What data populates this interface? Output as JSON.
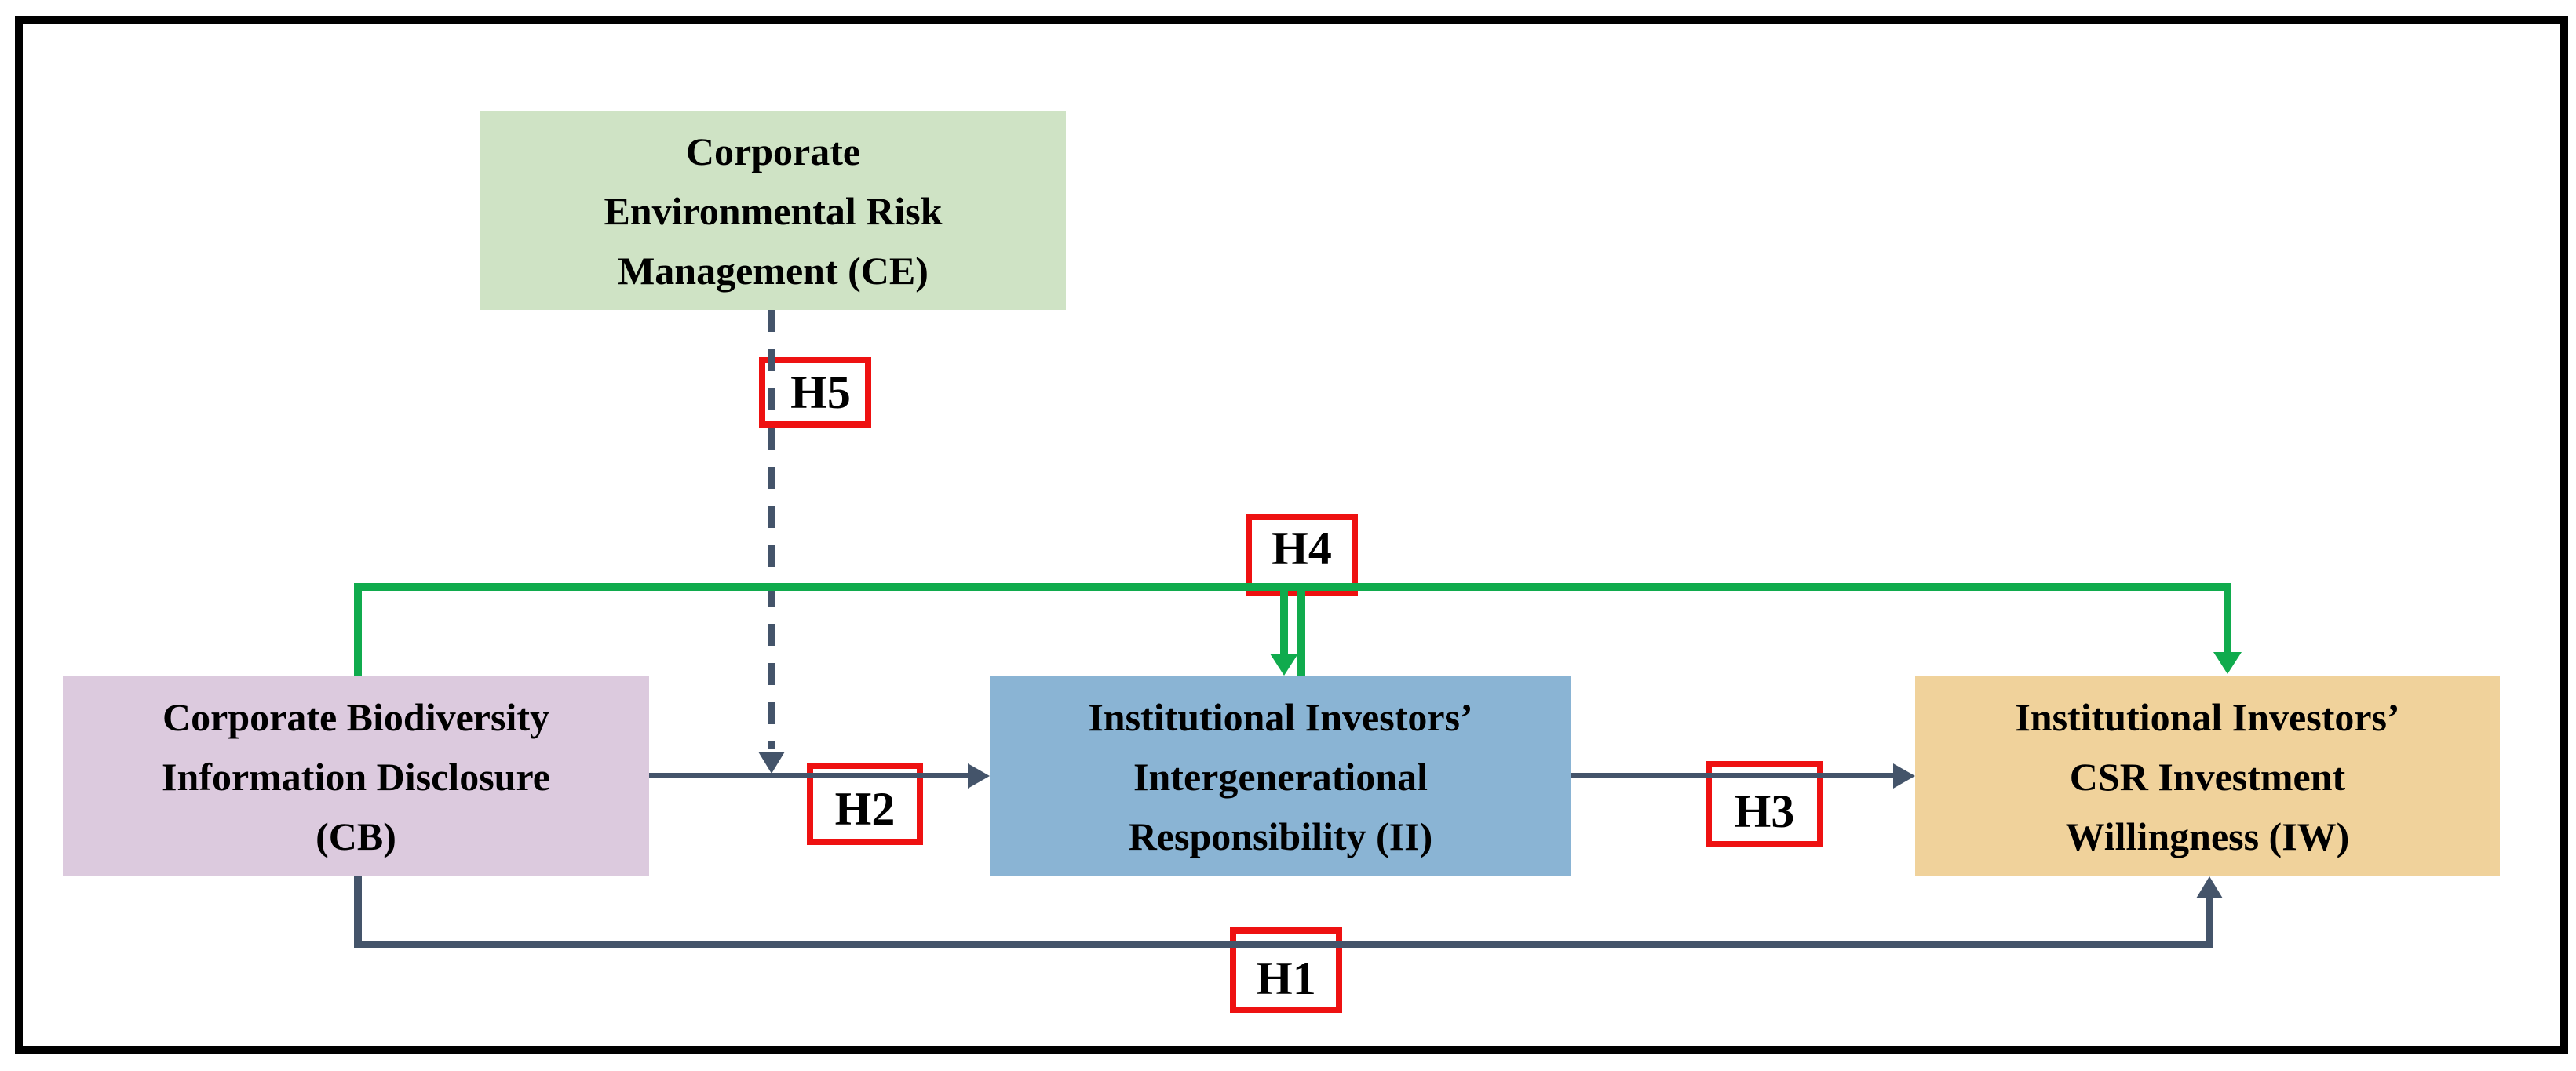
{
  "diagram": {
    "description": "Research model: hypotheses H1-H5 linking corporate biodiversity disclosure, intergenerational responsibility and CSR investment willingness",
    "nodes": {
      "ce": {
        "abbr": "CE",
        "fill": "#cfe3c5",
        "label_lines": [
          "Corporate",
          "Environmental Risk",
          "Management (CE)"
        ]
      },
      "cb": {
        "abbr": "CB",
        "fill": "#dccade",
        "label_lines": [
          "Corporate Biodiversity",
          "Information Disclosure",
          "(CB)"
        ]
      },
      "ii": {
        "abbr": "II",
        "fill": "#8ab4d4",
        "label_lines": [
          "Institutional Investors’",
          "Intergenerational",
          "Responsibility (II)"
        ]
      },
      "iw": {
        "abbr": "IW",
        "fill": "#f0d29b",
        "label_lines": [
          "Institutional Investors’",
          "CSR Investment",
          "Willingness (IW)"
        ]
      }
    },
    "hypothesis_labels": {
      "h1": "H1",
      "h2": "H2",
      "h3": "H3",
      "h4": "H4",
      "h5": "H5"
    },
    "edges": [
      {
        "id": "H1",
        "from": "CB",
        "to": "IW",
        "style": "solid",
        "color": "#44546a"
      },
      {
        "id": "H2",
        "from": "CB",
        "to": "II",
        "style": "solid",
        "color": "#44546a"
      },
      {
        "id": "H3",
        "from": "II",
        "to": "IW",
        "style": "solid",
        "color": "#44546a"
      },
      {
        "id": "H4",
        "from": "CB",
        "to": "II and IW",
        "style": "solid",
        "color": "#10ab4d"
      },
      {
        "id": "H5",
        "from": "CE",
        "to": "CB-II link",
        "style": "dashed",
        "color": "#44546a"
      }
    ],
    "colors": {
      "frame": "#000000",
      "arrow_dark": "#44546a",
      "mediation_green": "#10ab4d",
      "label_border_red": "#ee1111",
      "text": "#000000",
      "background": "#ffffff"
    }
  }
}
